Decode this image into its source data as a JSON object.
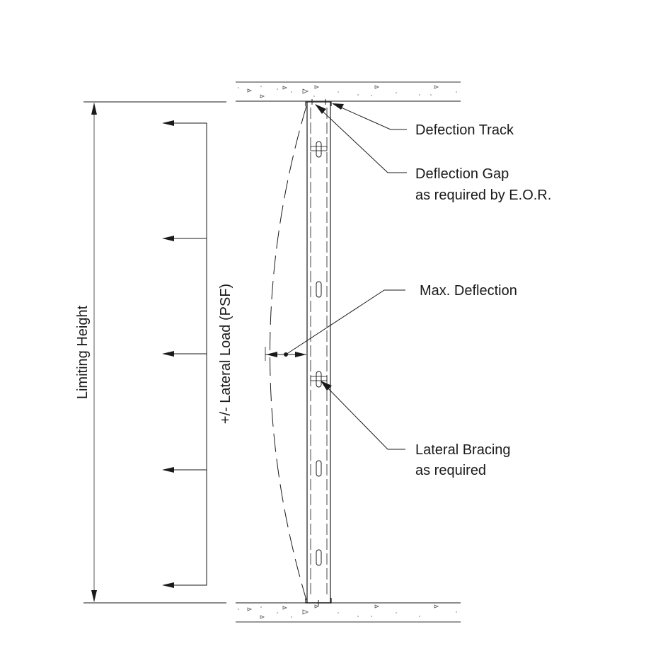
{
  "diagram": {
    "title": "Stud wall limiting height and deflection detail",
    "labels": {
      "deflection_track": "Defection Track",
      "deflection_gap_line1": "Deflection Gap",
      "deflection_gap_line2": "as required by E.O.R.",
      "max_deflection": "Max. Deflection",
      "lateral_bracing_line1": "Lateral Bracing",
      "lateral_bracing_line2": "as required",
      "limiting_height": "Limiting Height",
      "lateral_load": "+/- Lateral Load (PSF)"
    },
    "load_arrows_count": 5,
    "colors": {
      "line": "#1a1a1a",
      "slab_line": "#555555",
      "background": "#ffffff"
    }
  }
}
